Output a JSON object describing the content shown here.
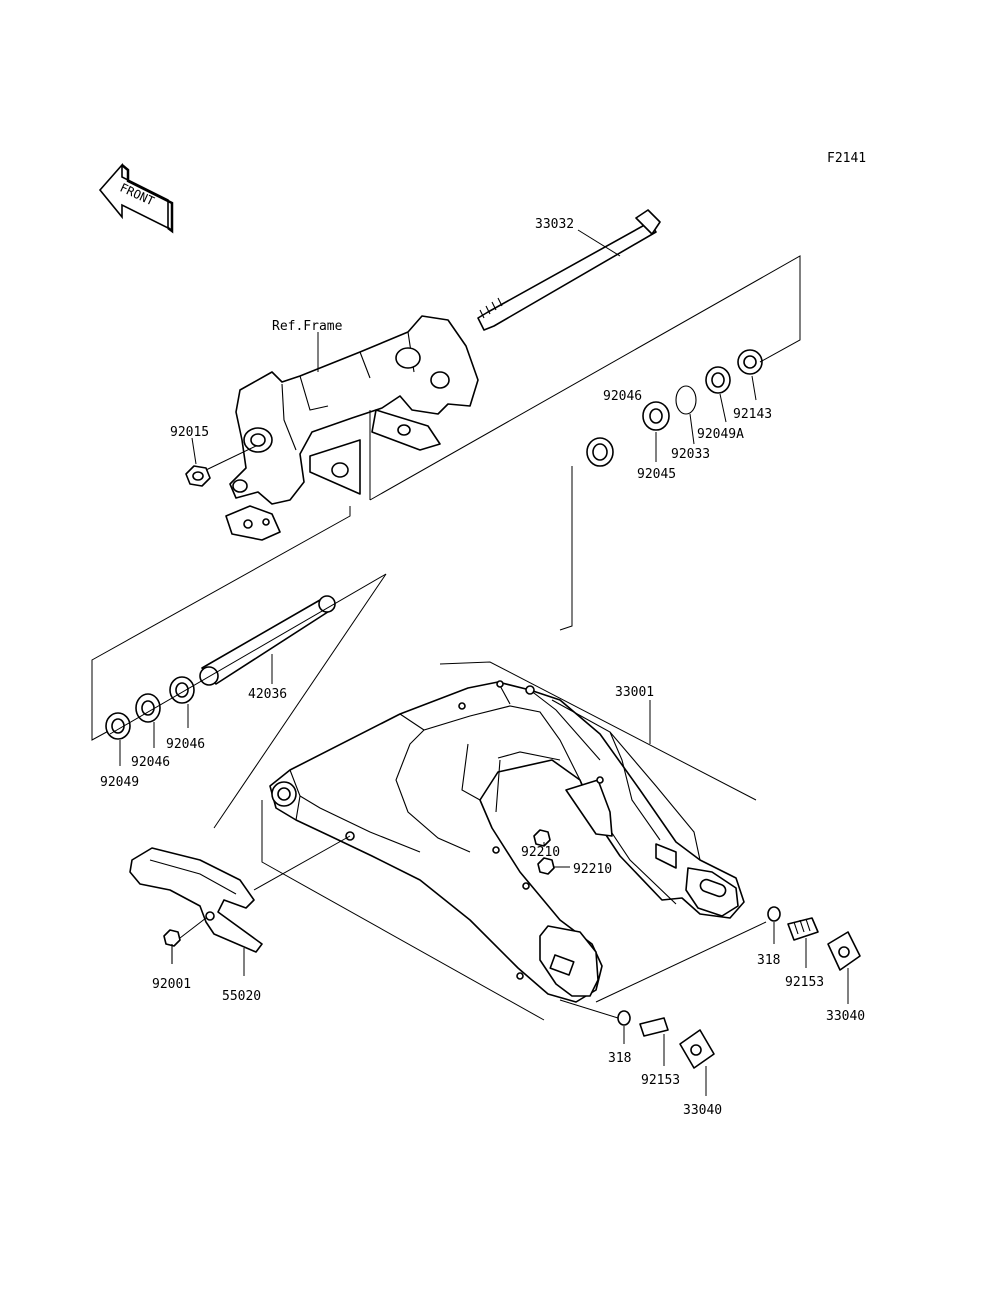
{
  "figure_code": "F2141",
  "direction_label": "FRONT",
  "reference_label": "Ref.Frame",
  "parts": {
    "p33032": "33032",
    "p92046_upper": "92046",
    "p92143": "92143",
    "p92049A": "92049A",
    "p92033": "92033",
    "p92045": "92045",
    "p92015": "92015",
    "p42036": "42036",
    "p92046_lower_a": "92046",
    "p92046_lower_b": "92046",
    "p92049": "92049",
    "p33001": "33001",
    "p92210_a": "92210",
    "p92210_b": "92210",
    "p318_right": "318",
    "p92153_right": "92153",
    "p33040_right": "33040",
    "p318_left": "318",
    "p92153_left": "92153",
    "p33040_left": "33040",
    "p92001": "92001",
    "p55020": "55020"
  }
}
